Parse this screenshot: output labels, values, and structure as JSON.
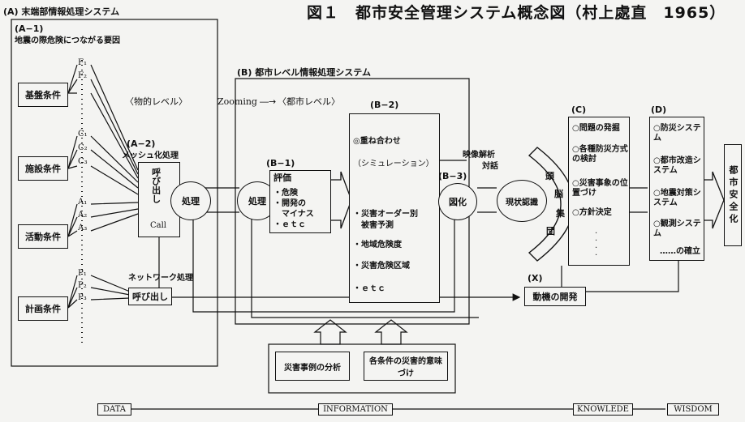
{
  "title": "図１　都市安全管理システム概念図（村上處直　1965）",
  "sectionA": {
    "header": "(A) 末端部情報処理システム",
    "a1_label": "(A−1)",
    "a1_sub": "地震の際危険につながる要因",
    "conditions": [
      "基盤条件",
      "施設条件",
      "活動条件",
      "計画条件"
    ],
    "factors": [
      "F₁",
      "F₂",
      "C₁",
      "C₂",
      "C₃",
      "A₁",
      "A₂",
      "A₃",
      "P₁",
      "P₂",
      "P₃"
    ],
    "a2_label": "(A−2)",
    "a2_sub": "メッシュ化処理",
    "call_text": "呼び出し",
    "call_en": "Call",
    "network_label": "ネットワーク処理",
    "network_call": "呼び出し"
  },
  "sectionB": {
    "header": "(B) 都市レベル情報処理システム",
    "physical_level": "〈物的レベル〉",
    "zooming": "Zooming",
    "city_level": "〈都市レベル〉",
    "process_a": "処理",
    "process_b": "処理",
    "b1_label": "(B−1)",
    "b1_title": "評価",
    "b1_items": [
      "・危険",
      "・開発の",
      "　マイナス",
      "・ｅｔｃ"
    ],
    "b2_label": "(B−2)",
    "b2_overlay": "◎重ね合わせ",
    "b2_sim": "（シミュレーション）",
    "b2_items": [
      "・災害オーダー別",
      "　被害予測",
      "・地域危険度",
      "・災害危険区域",
      "・ｅｔｃ"
    ],
    "b3_label": "(B−3)",
    "zuka": "図化"
  },
  "analysis": {
    "video": "映像解析",
    "dialogue": "対話",
    "situation": "現状認識",
    "brain": [
      "頭",
      "脳",
      "集",
      "団"
    ]
  },
  "sectionC": {
    "label": "(C)",
    "items": [
      "○問題の発掘",
      "○各種防災方式の検討",
      "○災害事象の位置づけ",
      "○方針決定"
    ]
  },
  "sectionD": {
    "label": "(D)",
    "items": [
      "○防災システム",
      "○都市改造システム",
      "○地震対策システム",
      "○観測システム",
      "……の確立"
    ]
  },
  "output": "都市安全化",
  "sectionX": {
    "label": "(X)",
    "motive": "動機の開発"
  },
  "inputs": {
    "case_analysis": "災害事例の分析",
    "meaning": "各条件の災害的意味づけ"
  },
  "timeline": [
    "DATA",
    "INFORMATION",
    "KNOWLEDE",
    "WISDOM"
  ]
}
